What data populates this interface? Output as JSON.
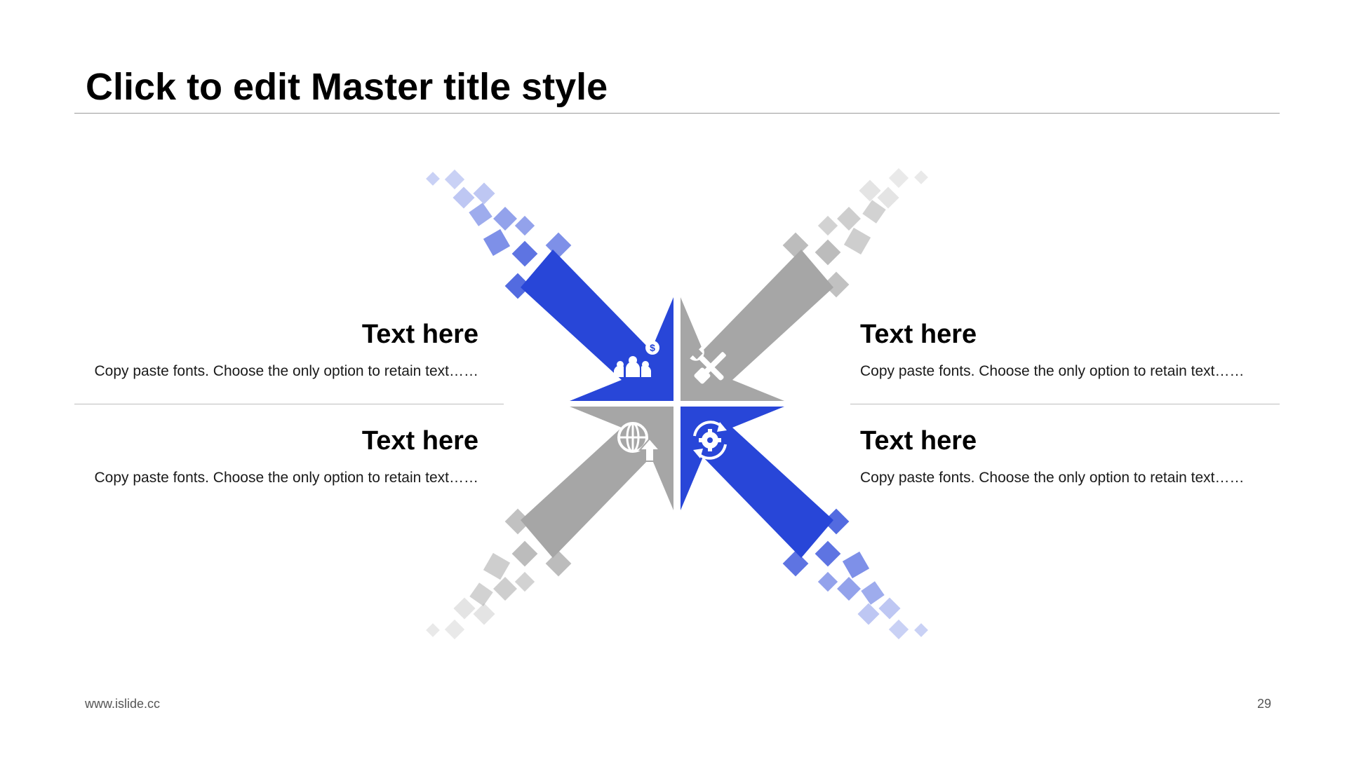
{
  "slide": {
    "title": "Click to edit Master title style",
    "footer_url": "www.islide.cc",
    "page_number": "29"
  },
  "items": [
    {
      "heading": "Text here",
      "body": "Copy paste fonts. Choose the only option to retain text……",
      "icon": "money-team-icon",
      "color": "#2846d8"
    },
    {
      "heading": "Text here",
      "body": "Copy paste fonts. Choose the only option to retain text……",
      "icon": "tools-icon",
      "color": "#a6a6a6"
    },
    {
      "heading": "Text here",
      "body": "Copy paste fonts. Choose the only option to retain text……",
      "icon": "globe-upload-icon",
      "color": "#a6a6a6"
    },
    {
      "heading": "Text here",
      "body": "Copy paste fonts. Choose the only option to retain text……",
      "icon": "gear-refresh-icon",
      "color": "#2846d8"
    }
  ],
  "colors": {
    "accent": "#2846d8",
    "neutral": "#a6a6a6"
  }
}
